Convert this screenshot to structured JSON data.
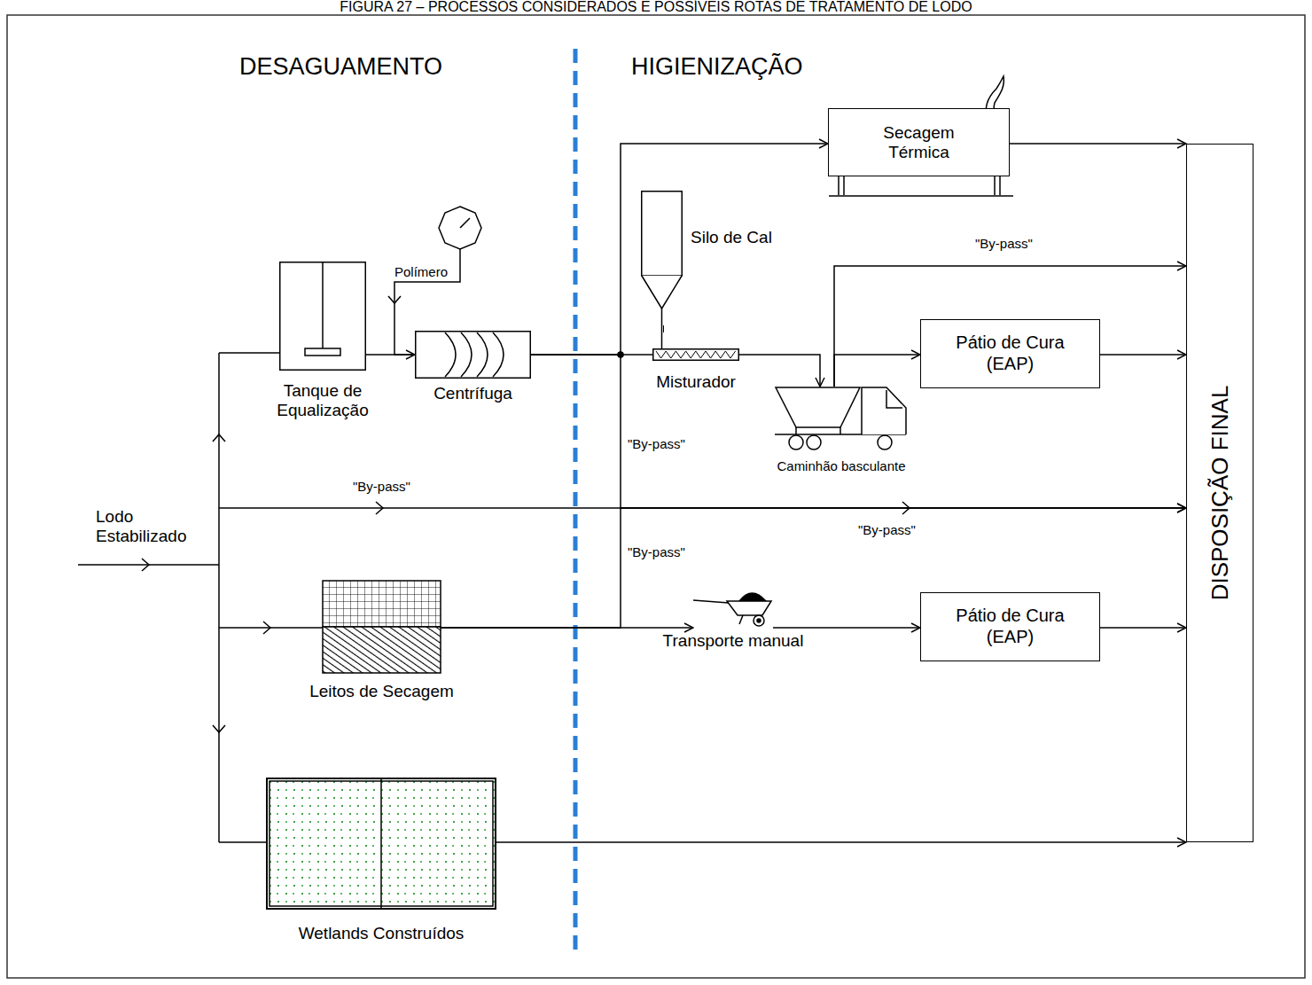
{
  "diagram": {
    "title": "FIGURA 27 – PROCESSOS CONSIDERADOS E POSSÍVEIS ROTAS DE TRATAMENTO DE LODO",
    "nodes": [
      {
        "text": [
          "Tanque de Equalização"
        ]
      },
      {
        "text": [
          "Centrífuga"
        ]
      },
      {
        "text": [
          "Leitos de Secagem"
        ]
      },
      {
        "text": [
          "Wetlands Construídos"
        ]
      },
      {
        "text": [
          "Secagem Térmica"
        ]
      },
      {
        "text": [
          "Silo de Cal"
        ]
      },
      {
        "text": [
          "Misturador"
        ]
      },
      {
        "text": [
          "Caminhão basculante"
        ]
      },
      {
        "text": [
          "Pátio de Cura (EAP)"
        ]
      },
      {
        "text": [
          "Transporte manual"
        ]
      },
      {
        "text": [
          "Pátio de Cura (EAP)"
        ]
      },
      {
        "text": [
          "DISPOSIÇÃO FINAL"
        ]
      }
    ],
    "edges": [
      {
        "from": 0,
        "to": 1,
        "arrow": "to"
      },
      {
        "from": 1,
        "to": 6,
        "arrow": "none"
      },
      {
        "from": 1,
        "to": 4,
        "arrow": "to"
      },
      {
        "from": 1,
        "to": 11,
        "arrow": "to",
        "label": "\"By-pass\""
      },
      {
        "from": 5,
        "to": 6,
        "arrow": "none"
      },
      {
        "from": 6,
        "to": 7,
        "arrow": "to"
      },
      {
        "from": 7,
        "to": 8,
        "arrow": "to"
      },
      {
        "from": 7,
        "to": 11,
        "arrow": "to",
        "label": "\"By-pass\""
      },
      {
        "from": 4,
        "to": 11,
        "arrow": "to"
      },
      {
        "from": 8,
        "to": 11,
        "arrow": "to"
      },
      {
        "from": 2,
        "to": 9,
        "arrow": "to"
      },
      {
        "from": 9,
        "to": 10,
        "arrow": "to"
      },
      {
        "from": 10,
        "to": 11,
        "arrow": "to"
      },
      {
        "from": 2,
        "to": 11,
        "arrow": "to",
        "label": "\"By-pass\""
      },
      {
        "from": 3,
        "to": 11,
        "arrow": "to"
      }
    ],
    "labels": [
      "DESAGUAMENTO",
      "HIGIENIZAÇÃO",
      "Lodo Estabilizado",
      "Polímero",
      "\"By-pass\"",
      "\"By-pass\""
    ]
  }
}
